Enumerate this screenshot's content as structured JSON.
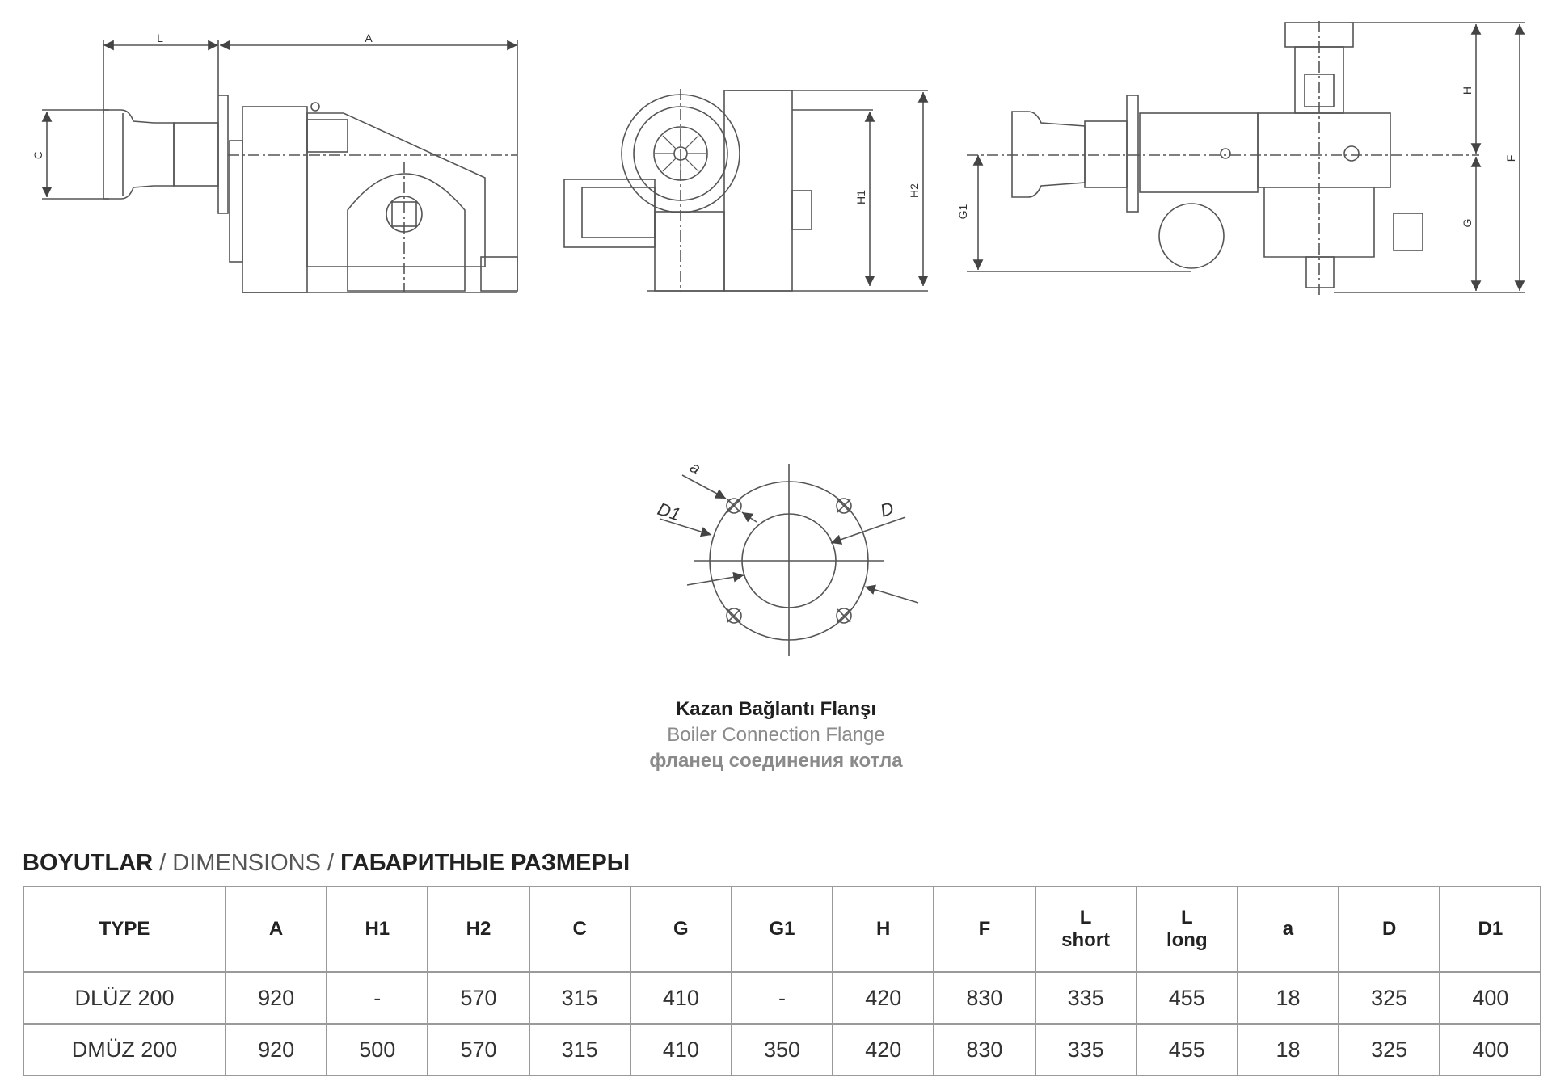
{
  "drawing_labels": {
    "side_L": "L",
    "side_A": "A",
    "side_C": "C",
    "front_H1": "H1",
    "front_H2": "H2",
    "right_H": "H",
    "right_F": "F",
    "right_G": "G",
    "right_G1": "G1",
    "flange_a": "a",
    "flange_D1": "D1",
    "flange_D": "D"
  },
  "caption": {
    "tr": "Kazan Bağlantı Flanşı",
    "en": "Boiler Connection Flange",
    "ru": "фланец соединения котла"
  },
  "section": {
    "tr": "BOYUTLAR",
    "sep1": " / ",
    "en": "DIMENSIONS",
    "sep2": " / ",
    "ru": "ГАБАРИТНЫЕ РАЗМЕРЫ"
  },
  "table": {
    "headers": [
      "TYPE",
      "A",
      "H1",
      "H2",
      "C",
      "G",
      "G1",
      "H",
      "F",
      "L",
      "L",
      "a",
      "D",
      "D1"
    ],
    "subheaders": {
      "9": "short",
      "10": "long"
    },
    "rows": [
      [
        "DLÜZ 200",
        "920",
        "-",
        "570",
        "315",
        "410",
        "-",
        "420",
        "830",
        "335",
        "455",
        "18",
        "325",
        "400"
      ],
      [
        "DMÜZ 200",
        "920",
        "500",
        "570",
        "315",
        "410",
        "350",
        "420",
        "830",
        "335",
        "455",
        "18",
        "325",
        "400"
      ]
    ]
  }
}
